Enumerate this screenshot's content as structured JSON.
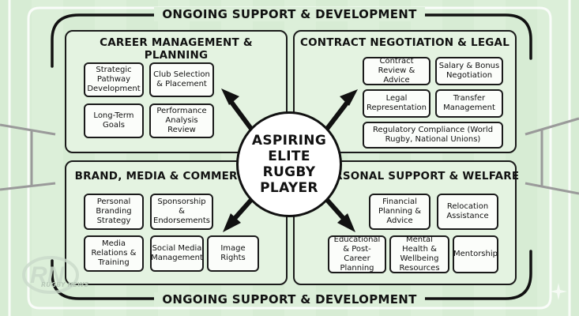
{
  "banner_top": "ONGOING SUPPORT & DEVELOPMENT",
  "banner_bottom": "ONGOING SUPPORT & DEVELOPMENT",
  "center": "ASPIRING ELITE RUGBY PLAYER",
  "quadrants": {
    "career": {
      "title": "CAREER MANAGEMENT & PLANNING",
      "items": [
        "Strategic Pathway Development",
        "Club Selection & Placement",
        "Long-Term Goals",
        "Performance Analysis Review"
      ]
    },
    "contract": {
      "title": "CONTRACT NEGOTIATION & LEGAL",
      "items": [
        "Contract Review & Advice",
        "Salary & Bonus Negotiation",
        "Legal Representation",
        "Transfer Management",
        "Regulatory Compliance (World Rugby, National Unions)"
      ]
    },
    "brand": {
      "title": "BRAND, MEDIA & COMMERCIAL",
      "items": [
        "Personal Branding Strategy",
        "Sponsorship & Endorsements",
        "Media Relations & Training",
        "Social Media Management",
        "Image Rights"
      ]
    },
    "personal": {
      "title": "PERSONAL SUPPORT & WELFARE",
      "items": [
        "Financial Planning & Advice",
        "Relocation Assistance",
        "Educational & Post-Career Planning",
        "Mental Health & Wellbeing Resources",
        "Mentorship"
      ]
    }
  },
  "logo_text": "RUGBY NEWS",
  "colors": {
    "background": "#dcefd9",
    "panel": "#e4f3e1",
    "ink": "#111111",
    "field_lines": "#ffffff"
  }
}
